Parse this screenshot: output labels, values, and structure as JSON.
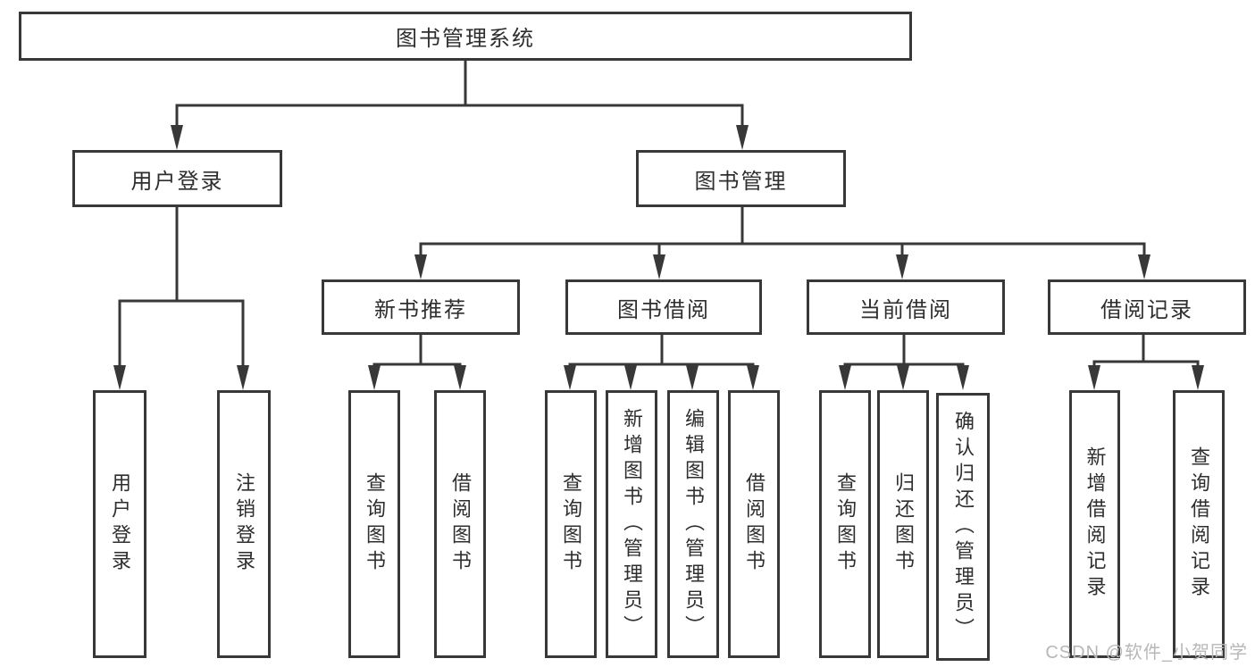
{
  "diagram": {
    "root": {
      "label": "图书管理系统",
      "children": [
        {
          "label": "用户登录",
          "children": [
            {
              "label": "用户登录"
            },
            {
              "label": "注销登录"
            }
          ]
        },
        {
          "label": "图书管理",
          "children": [
            {
              "label": "新书推荐",
              "children": [
                {
                  "label": "查询图书"
                },
                {
                  "label": "借阅图书"
                }
              ]
            },
            {
              "label": "图书借阅",
              "children": [
                {
                  "label": "查询图书"
                },
                {
                  "label": "新增图书（管理员）"
                },
                {
                  "label": "编辑图书（管理员）"
                },
                {
                  "label": "借阅图书"
                }
              ]
            },
            {
              "label": "当前借阅",
              "children": [
                {
                  "label": "查询图书"
                },
                {
                  "label": "归还图书"
                },
                {
                  "label": "确认归还（管理员）"
                }
              ]
            },
            {
              "label": "借阅记录",
              "children": [
                {
                  "label": "新增借阅记录"
                },
                {
                  "label": "查询借阅记录"
                }
              ]
            }
          ]
        }
      ]
    }
  },
  "watermark": "CSDN @软件_小贺同学",
  "colors": {
    "line": "#383838",
    "text": "#2e2e2e",
    "watermark": "#b7b7b7",
    "background": "#ffffff"
  }
}
